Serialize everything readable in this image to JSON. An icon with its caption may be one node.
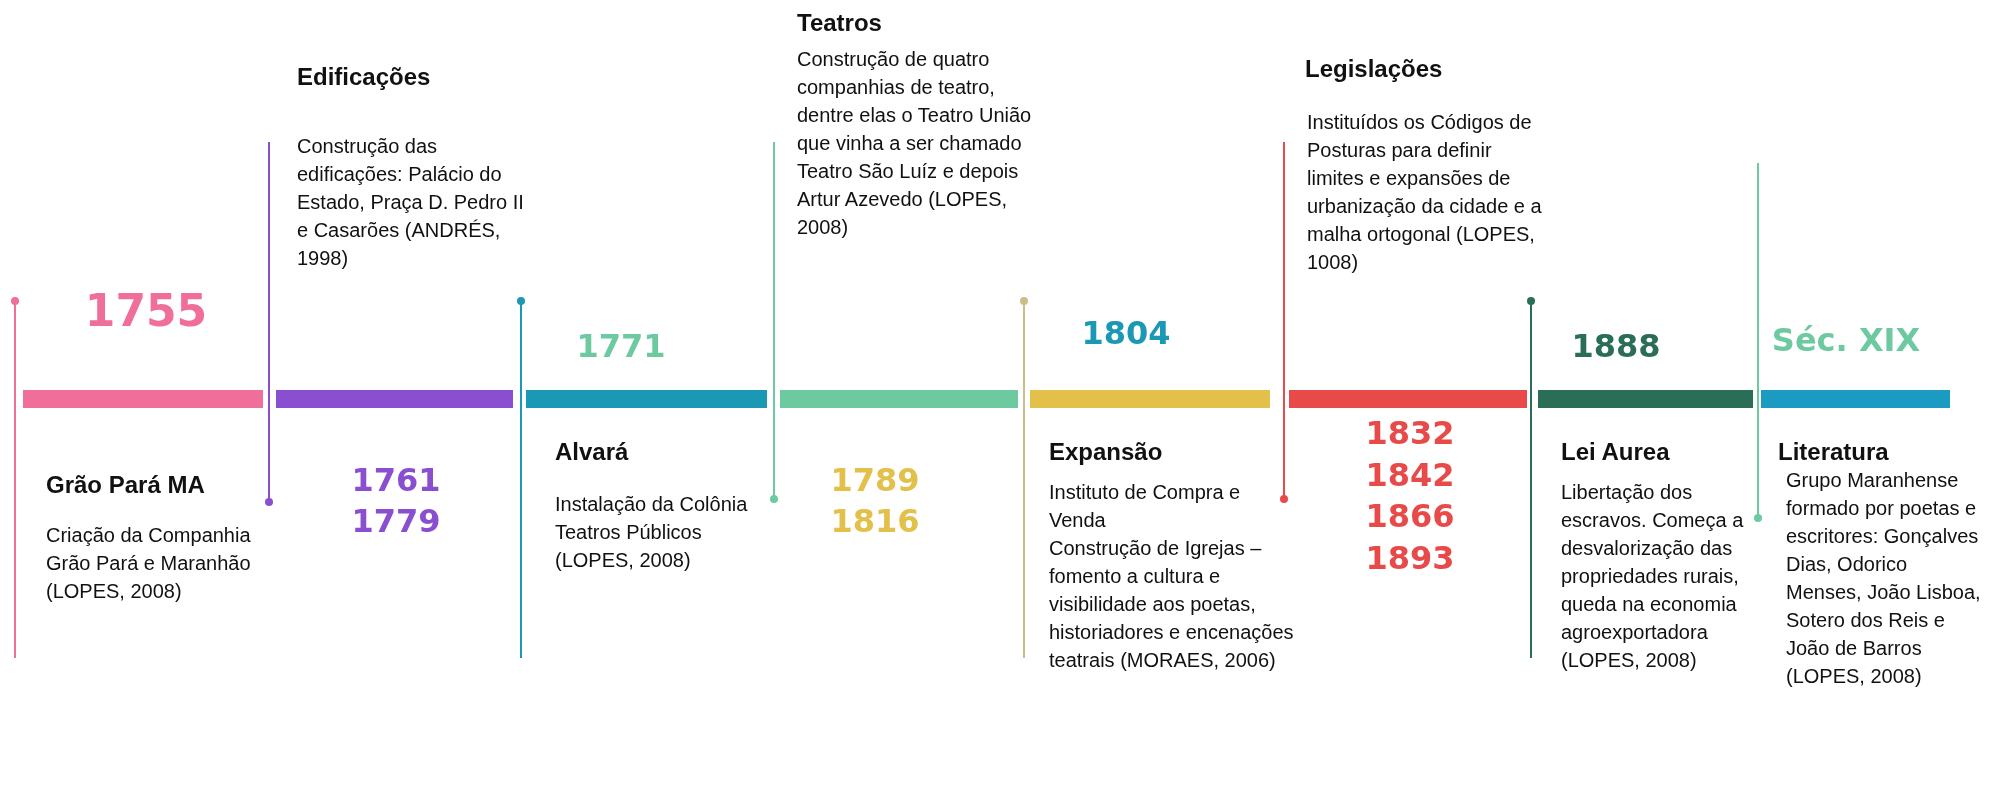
{
  "diagram": {
    "labels": [
      "1755",
      "Grão Pará MA",
      "Criação da Companhia Grão Pará e Maranhão (LOPES, 2008)",
      "Edificações",
      "Construção das edificações: Palácio do Estado, Praça D. Pedro II e Casarões (ANDRÉS, 1998)",
      "1761",
      "1779",
      "1771",
      "Alvará",
      "Instalação da Colônia Teatros Públicos (LOPES, 2008)",
      "Teatros",
      "Construção de quatro companhias de teatro, dentre elas o Teatro União que vinha a ser chamado Teatro São Luíz e depois Artur Azevedo (LOPES, 2008)",
      "1789",
      "1816",
      "1804",
      "Expansão",
      "Instituto de Compra e Venda",
      "Construção de Igrejas – fomento a cultura e visibilidade aos poetas, historiadores e encenações teatrais (MORAES, 2006)",
      "Legislações",
      "Instituídos os Códigos de Posturas para definir limites e expansões de urbanização da cidade e a malha ortogonal (LOPES, 1008)",
      "1832",
      "1842",
      "1866",
      "1893",
      "1888",
      "Lei Aurea",
      "Libertação dos escravos. Começa a desvalorização das propriedades rurais, queda na economia agroexportadora (LOPES, 2008)",
      "Séc. XIX",
      "Literatura",
      "Grupo Maranhense formado por poetas e escritores: Gonçalves Dias, Odorico Menses, João Lisboa, Sotero dos Reis e João de Barros (LOPES, 2008)"
    ]
  }
}
